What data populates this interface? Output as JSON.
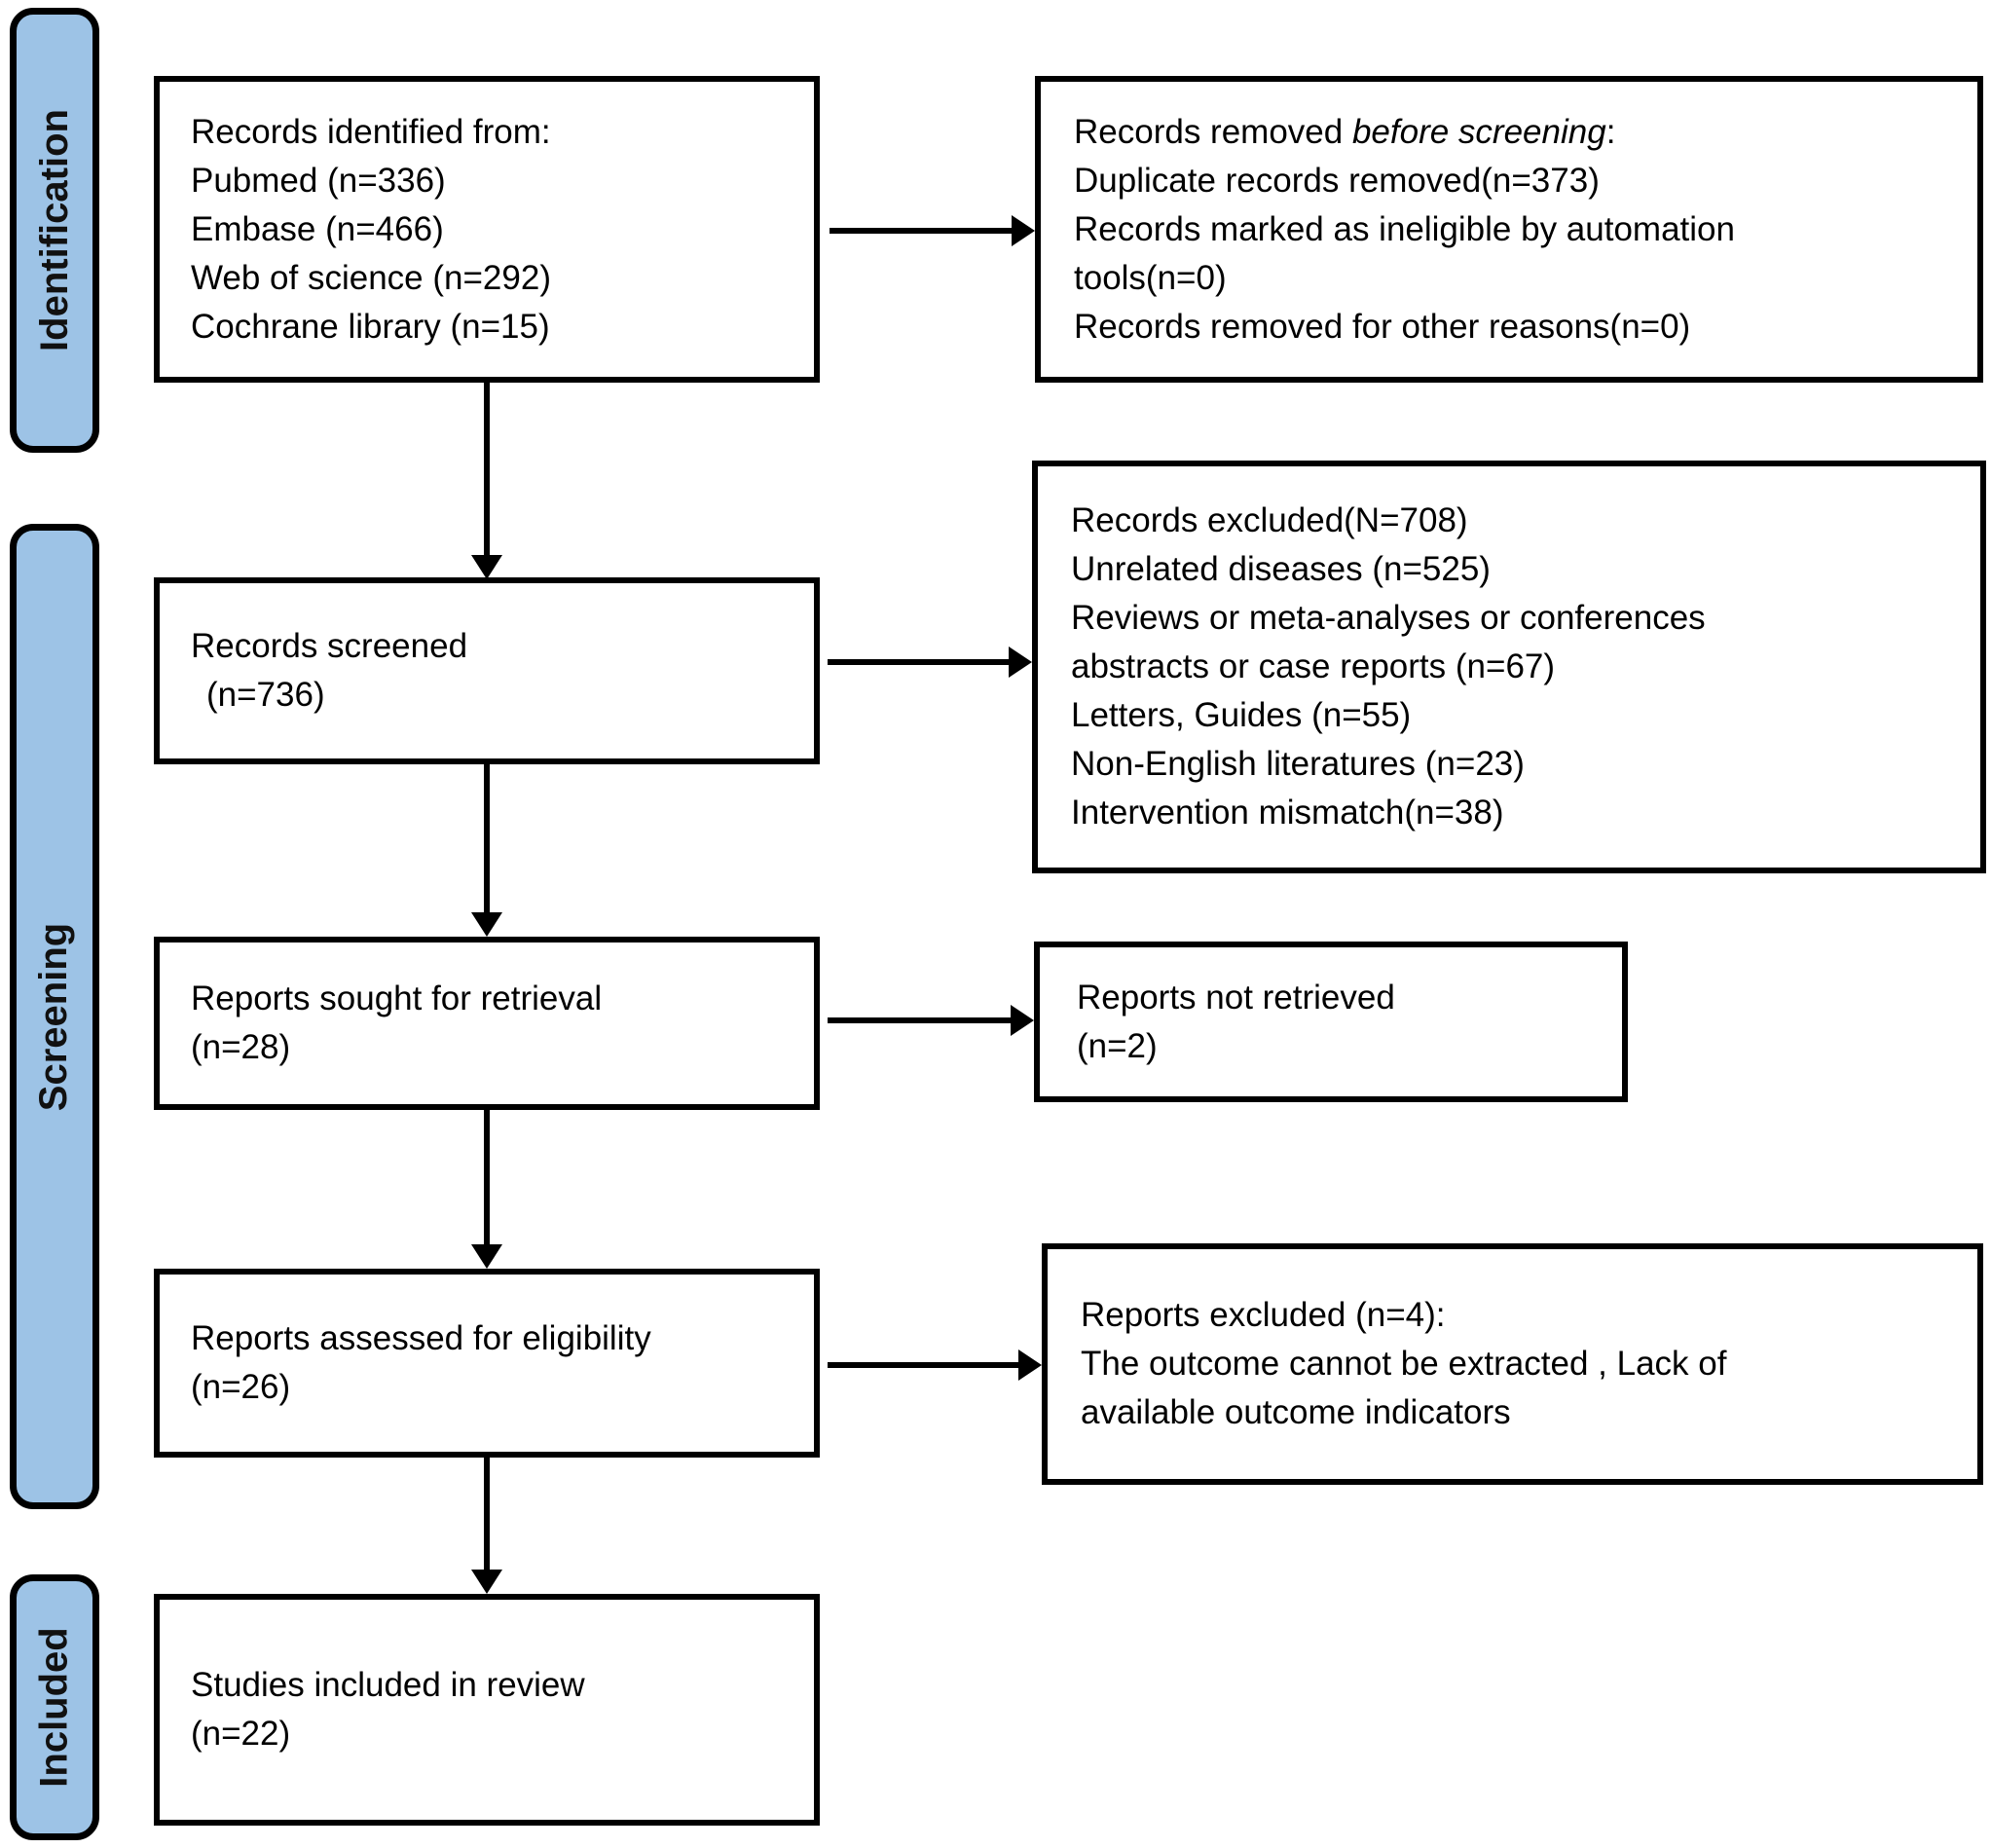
{
  "palette": {
    "sidebar_fill": "#9DC3E6",
    "border": "#000000",
    "box_fill": "#FFFFFF"
  },
  "sidebar": {
    "identification": "Identification",
    "screening": "Screening",
    "included": "Included"
  },
  "boxes": {
    "identified": {
      "lines": [
        "Records identified from:",
        "Pubmed (n=336)",
        "Embase (n=466)",
        "Web of science (n=292)",
        "Cochrane library (n=15)"
      ]
    },
    "removed_before_screening": {
      "prefix": "Records removed ",
      "italic": "before screening",
      "suffix": ":",
      "lines": [
        "Duplicate records removed(n=373)",
        "Records marked as ineligible by automation",
        "tools(n=0)",
        "Records removed for other reasons(n=0)"
      ]
    },
    "screened": {
      "lines": [
        "Records screened",
        "(n=736)"
      ]
    },
    "excluded": {
      "lines": [
        "Records excluded(N=708)",
        "Unrelated diseases (n=525)",
        "Reviews or meta-analyses or conferences",
        "abstracts or case reports (n=67)",
        "Letters, Guides (n=55)",
        "Non-English literatures (n=23)",
        "Intervention mismatch(n=38)"
      ]
    },
    "sought": {
      "lines": [
        "Reports sought for retrieval",
        "(n=28)"
      ]
    },
    "not_retrieved": {
      "lines": [
        "Reports not retrieved",
        "(n=2)"
      ]
    },
    "assessed": {
      "lines": [
        "Reports assessed for eligibility",
        "(n=26)"
      ]
    },
    "reports_excluded": {
      "lines": [
        "Reports excluded (n=4):",
        "The outcome cannot be extracted , Lack of",
        "available outcome indicators"
      ]
    },
    "included_review": {
      "lines": [
        "Studies included in review",
        "(n=22)"
      ]
    }
  }
}
